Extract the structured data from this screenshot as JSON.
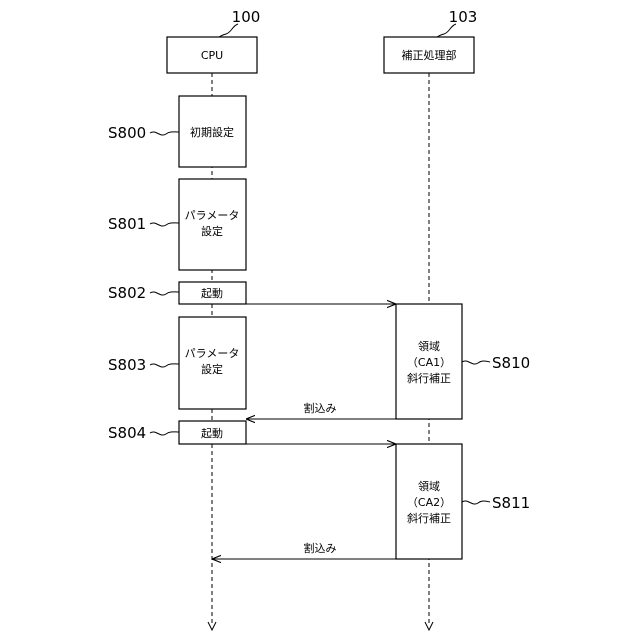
{
  "participants": [
    {
      "ref": "100",
      "label": "CPU"
    },
    {
      "ref": "103",
      "label": "補正処理部"
    }
  ],
  "cpu_steps": [
    {
      "id": "S800",
      "lines": [
        "初期設定"
      ]
    },
    {
      "id": "S801",
      "lines": [
        "パラメータ",
        "設定"
      ]
    },
    {
      "id": "S802",
      "lines": [
        "起動"
      ]
    },
    {
      "id": "S803",
      "lines": [
        "パラメータ",
        "設定"
      ]
    },
    {
      "id": "S804",
      "lines": [
        "起動"
      ]
    }
  ],
  "correction_steps": [
    {
      "id": "S810",
      "lines": [
        "領域",
        "（CA1）",
        "斜行補正"
      ]
    },
    {
      "id": "S811",
      "lines": [
        "領域",
        "（CA2）",
        "斜行補正"
      ]
    }
  ],
  "messages": [
    {
      "label": "割込み"
    },
    {
      "label": "割込み"
    }
  ]
}
